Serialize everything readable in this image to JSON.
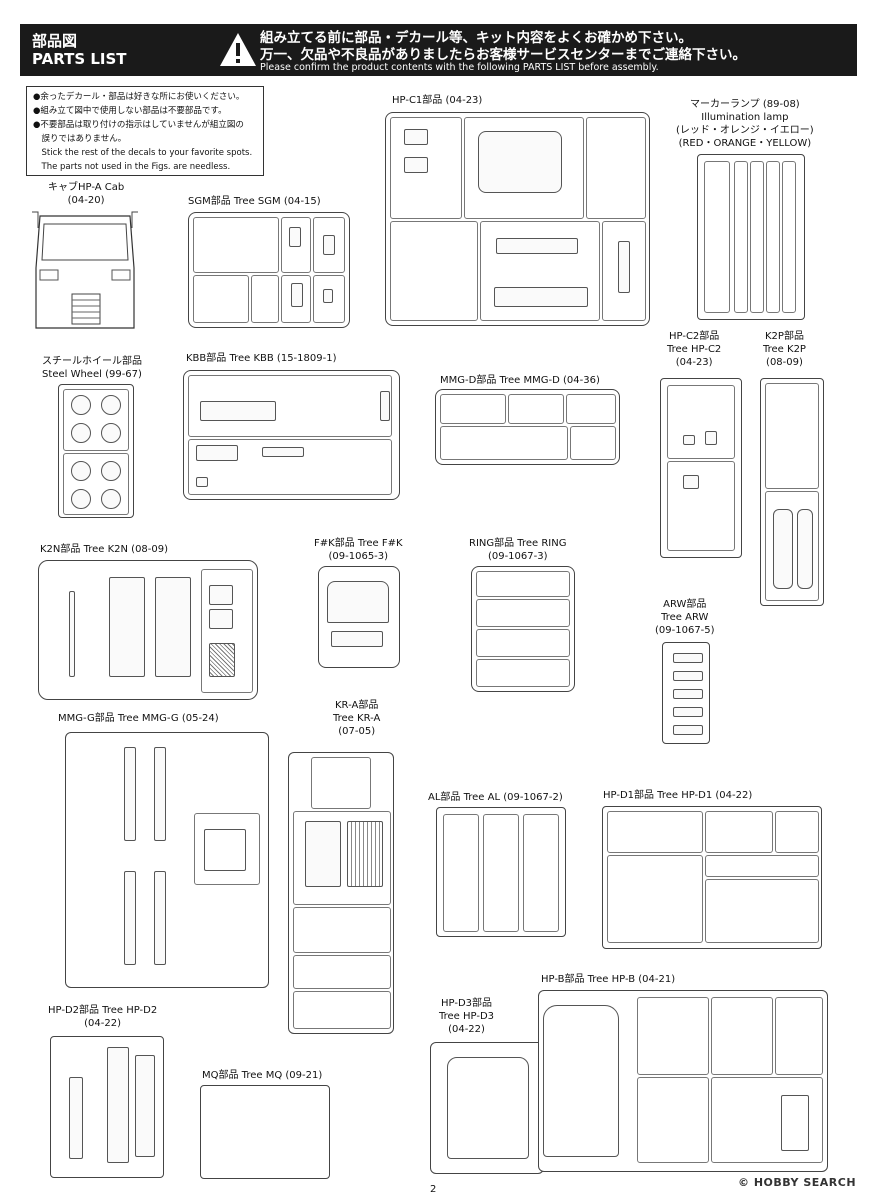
{
  "header": {
    "title_jp": "部品図",
    "title_en": "PARTS LIST",
    "line1": "組み立てる前に部品・デカール等、キット内容をよくお確かめ下さい。",
    "line2": "万一、欠品や不良品がありましたらお客様サービスセンターまでご連絡下さい。",
    "line3": "Please confirm the product contents with the following PARTS LIST before assembly."
  },
  "note": {
    "lines": [
      "●余ったデカール・部品は好きな所にお使いください。",
      "●組み立て図中で使用しない部品は不要部品です。",
      "●不要部品は取り付けの指示はしていませんが組立図の",
      "　誤りではありません。",
      "　Stick the rest of the decals to your favorite spots.",
      "　The parts not used in the Figs. are needless."
    ]
  },
  "trees": {
    "cab": {
      "l1": "キャブHP-A Cab",
      "l2": "(04-20)"
    },
    "sgm": {
      "l1": "SGM部品 Tree SGM (04-15)"
    },
    "hpc1": {
      "l1": "HP-C1部品 (04-23)"
    },
    "marker": {
      "l1": "マーカーランプ (89-08)",
      "l2": "Illumination lamp",
      "l3": "(レッド・オレンジ・イエロー)",
      "l4": "(RED・ORANGE・YELLOW)"
    },
    "steel": {
      "l1": "スチールホイール部品",
      "l2": "Steel Wheel (99-67)"
    },
    "kbb": {
      "l1": "KBB部品 Tree KBB (15-1809-1)"
    },
    "mmgd": {
      "l1": "MMG-D部品 Tree MMG-D (04-36)"
    },
    "hpc2": {
      "l1": "HP-C2部品",
      "l2": "Tree HP-C2",
      "l3": "(04-23)"
    },
    "k2p": {
      "l1": "K2P部品",
      "l2": "Tree K2P",
      "l3": "(08-09)"
    },
    "k2n": {
      "l1": "K2N部品 Tree K2N (08-09)"
    },
    "fk": {
      "l1": "F#K部品 Tree F#K",
      "l2": "(09-1065-3)"
    },
    "ring": {
      "l1": "RING部品 Tree RING",
      "l2": "(09-1067-3)"
    },
    "arw": {
      "l1": "ARW部品",
      "l2": "Tree ARW",
      "l3": "(09-1067-5)"
    },
    "mmgg": {
      "l1": "MMG-G部品 Tree MMG-G (05-24)"
    },
    "kra": {
      "l1": "KR-A部品",
      "l2": "Tree KR-A",
      "l3": "(07-05)"
    },
    "al": {
      "l1": "AL部品 Tree AL (09-1067-2)"
    },
    "hpd1": {
      "l1": "HP-D1部品 Tree HP-D1 (04-22)"
    },
    "hpd2": {
      "l1": "HP-D2部品 Tree HP-D2",
      "l2": "(04-22)"
    },
    "mq": {
      "l1": "MQ部品 Tree MQ (09-21)"
    },
    "hpd3": {
      "l1": "HP-D3部品",
      "l2": "Tree HP-D3",
      "l3": "(04-22)"
    },
    "hpb": {
      "l1": "HP-B部品 Tree HP-B (04-21)"
    }
  },
  "footer": {
    "page": "2",
    "logo": "© HOBBY SEARCH"
  }
}
